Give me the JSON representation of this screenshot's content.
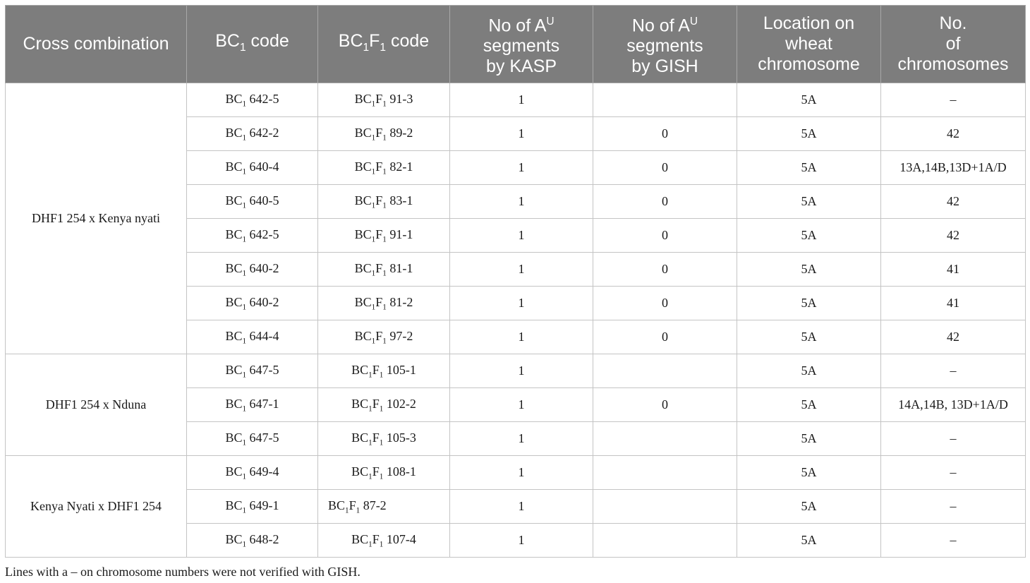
{
  "header": {
    "cross_combination": "Cross combination",
    "bc1_code": {
      "pre": "BC",
      "sub": "1",
      "post": " code"
    },
    "bc1f1_code": {
      "pre": "BC",
      "sub1": "1",
      "mid": "F",
      "sub2": "1",
      "post": " code"
    },
    "kasp": {
      "line1a": "No of A",
      "sup": "U",
      "line2": "segments",
      "line3": "by KASP"
    },
    "gish": {
      "line1a": "No of A",
      "sup": "U",
      "line2": "segments",
      "line3": "by GISH"
    },
    "location": {
      "line1": "Location on",
      "line2": "wheat",
      "line3": "chromosome"
    },
    "chromosomes": {
      "line1": "No.",
      "line2": "of",
      "line3": "chromosomes"
    }
  },
  "groups": [
    {
      "name": "DHF1 254 x Kenya nyati",
      "rows": [
        {
          "bc1": "642-5",
          "bc1f1": "91-3",
          "kasp": "1",
          "gish": "",
          "location": "5A",
          "chrom": "–"
        },
        {
          "bc1": "642-2",
          "bc1f1": "89-2",
          "kasp": "1",
          "gish": "0",
          "location": "5A",
          "chrom": "42"
        },
        {
          "bc1": "640-4",
          "bc1f1": "82-1",
          "kasp": "1",
          "gish": "0",
          "location": "5A",
          "chrom": "13A,14B,13D+1A/D"
        },
        {
          "bc1": "640-5",
          "bc1f1": "83-1",
          "kasp": "1",
          "gish": "0",
          "location": "5A",
          "chrom": "42"
        },
        {
          "bc1": "642-5",
          "bc1f1": "91-1",
          "kasp": "1",
          "gish": "0",
          "location": "5A",
          "chrom": "42"
        },
        {
          "bc1": "640-2",
          "bc1f1": "81-1",
          "kasp": "1",
          "gish": "0",
          "location": "5A",
          "chrom": "41"
        },
        {
          "bc1": "640-2",
          "bc1f1": "81-2",
          "kasp": "1",
          "gish": "0",
          "location": "5A",
          "chrom": "41"
        },
        {
          "bc1": "644-4",
          "bc1f1": "97-2",
          "kasp": "1",
          "gish": "0",
          "location": "5A",
          "chrom": "42"
        }
      ]
    },
    {
      "name": "DHF1 254 x Nduna",
      "rows": [
        {
          "bc1": "647-5",
          "bc1f1": "105-1",
          "kasp": "1",
          "gish": "",
          "location": "5A",
          "chrom": "–"
        },
        {
          "bc1": "647-1",
          "bc1f1": "102-2",
          "kasp": "1",
          "gish": "0",
          "location": "5A",
          "chrom": "14A,14B, 13D+1A/D"
        },
        {
          "bc1": "647-5",
          "bc1f1": "105-3",
          "kasp": "1",
          "gish": "",
          "location": "5A",
          "chrom": "–"
        }
      ]
    },
    {
      "name": "Kenya Nyati x DHF1 254",
      "rows": [
        {
          "bc1": "649-4",
          "bc1f1": "108-1",
          "kasp": "1",
          "gish": "",
          "location": "5A",
          "chrom": "–"
        },
        {
          "bc1": "649-1",
          "bc1f1": "87-2",
          "kasp": "1",
          "gish": "",
          "location": "5A",
          "chrom": "–",
          "bc1f1_left": true
        },
        {
          "bc1": "648-2",
          "bc1f1": "107-4",
          "kasp": "1",
          "gish": "",
          "location": "5A",
          "chrom": "–"
        }
      ]
    }
  ],
  "footnote": "Lines with a – on chromosome numbers were not verified with GISH."
}
